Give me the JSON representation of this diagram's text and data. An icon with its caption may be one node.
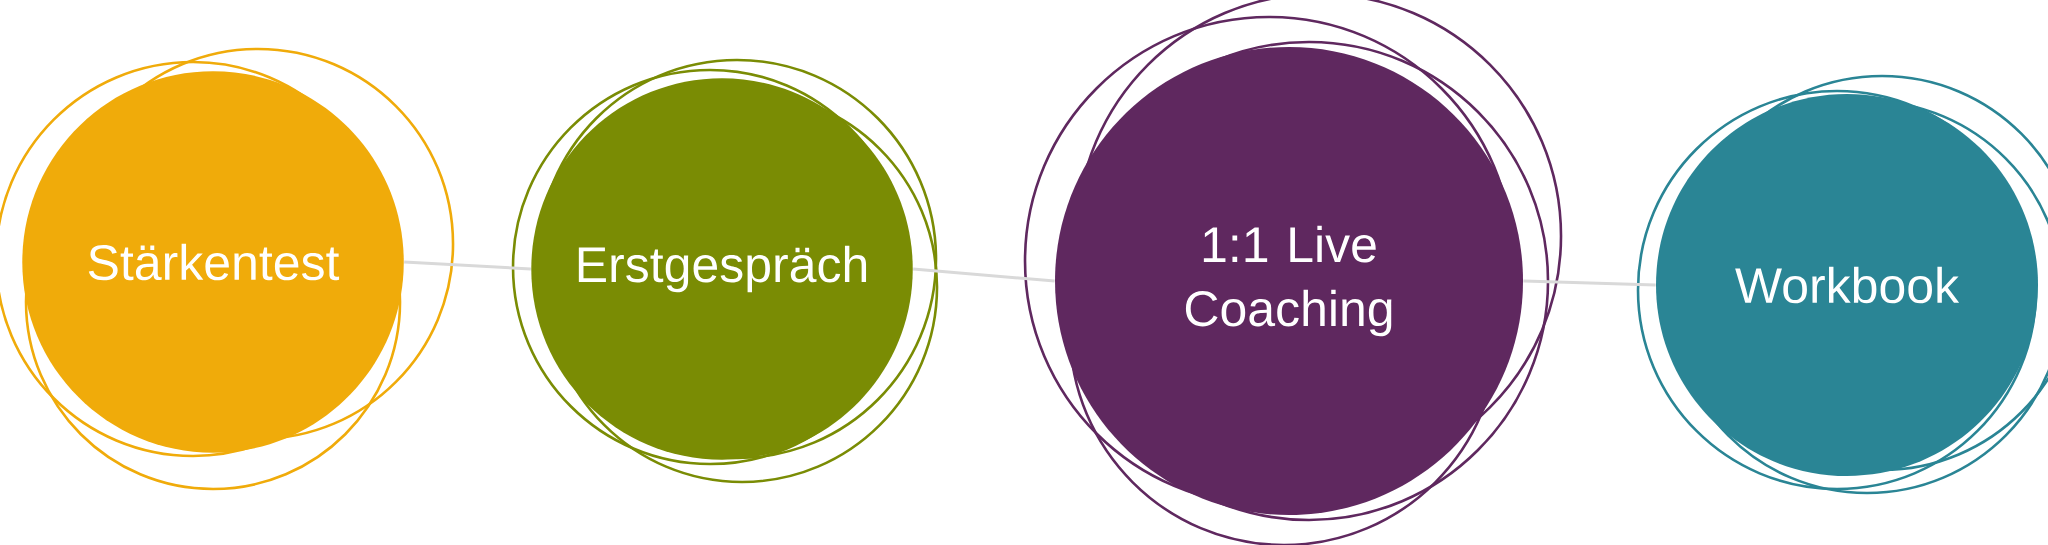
{
  "diagram": {
    "nodes": [
      {
        "text": [
          "Stärkentest"
        ]
      },
      {
        "text": [
          "Erstgespräch"
        ]
      },
      {
        "text": [
          "1:1 Live Coaching"
        ]
      },
      {
        "text": [
          "Workbook"
        ]
      }
    ],
    "edges": [
      {
        "from": 0,
        "to": 1,
        "arrow": "none"
      },
      {
        "from": 1,
        "to": 2,
        "arrow": "none"
      },
      {
        "from": 2,
        "to": 3,
        "arrow": "none"
      }
    ]
  }
}
